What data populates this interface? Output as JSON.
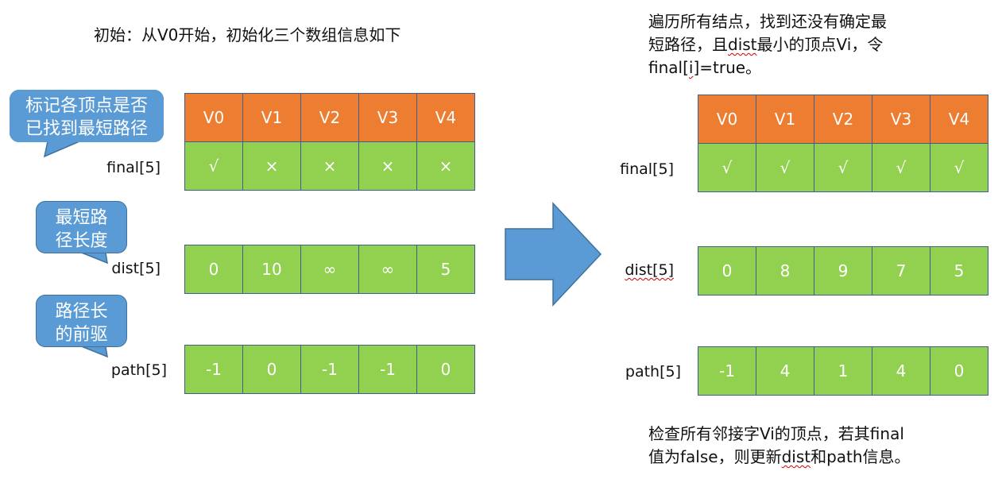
{
  "left": {
    "caption": "初始：从V0开始，初始化三个数组信息如下",
    "headers": [
      "V0",
      "V1",
      "V2",
      "V3",
      "V4"
    ],
    "final": {
      "label": "final[5]",
      "values": [
        "√",
        "×",
        "×",
        "×",
        "×"
      ]
    },
    "dist": {
      "label": "dist[5]",
      "values": [
        "0",
        "10",
        "∞",
        "∞",
        "5"
      ]
    },
    "path": {
      "label": "path[5]",
      "values": [
        "-1",
        "0",
        "-1",
        "-1",
        "0"
      ]
    },
    "callouts": {
      "final_note": {
        "line1": "标记各顶点是否",
        "line2": "已找到最短路径"
      },
      "dist_note": {
        "line1": "最短路",
        "line2": "径长度"
      },
      "path_note": {
        "line1": "路径长",
        "line2": "的前驱"
      }
    }
  },
  "right": {
    "caption_top": {
      "line1": "遍历所有结点，找到还没有确定最",
      "line2_a": "短路径，且",
      "line2_b": "dist",
      "line2_c": "最小的顶点Vi，令",
      "line3_a": "final[",
      "line3_b": "i",
      "line3_c": "]=true。"
    },
    "headers": [
      "V0",
      "V1",
      "V2",
      "V3",
      "V4"
    ],
    "final": {
      "label": "final[5]",
      "values": [
        "√",
        "√",
        "√",
        "√",
        "√"
      ]
    },
    "dist": {
      "label": "dist[5]",
      "values": [
        "0",
        "8",
        "9",
        "7",
        "5"
      ]
    },
    "path": {
      "label": "path[5]",
      "values": [
        "-1",
        "4",
        "1",
        "4",
        "0"
      ]
    },
    "caption_bottom": {
      "line1": "检查所有邻接字Vi的顶点，若其final",
      "line2_a": "值为false，则更新",
      "line2_b": "dist",
      "line2_c": "和path信息。"
    }
  },
  "colors": {
    "header": "#ed7d31",
    "cell": "#92d050",
    "callout": "#5b9bd5",
    "arrow": "#5b9bd5"
  }
}
